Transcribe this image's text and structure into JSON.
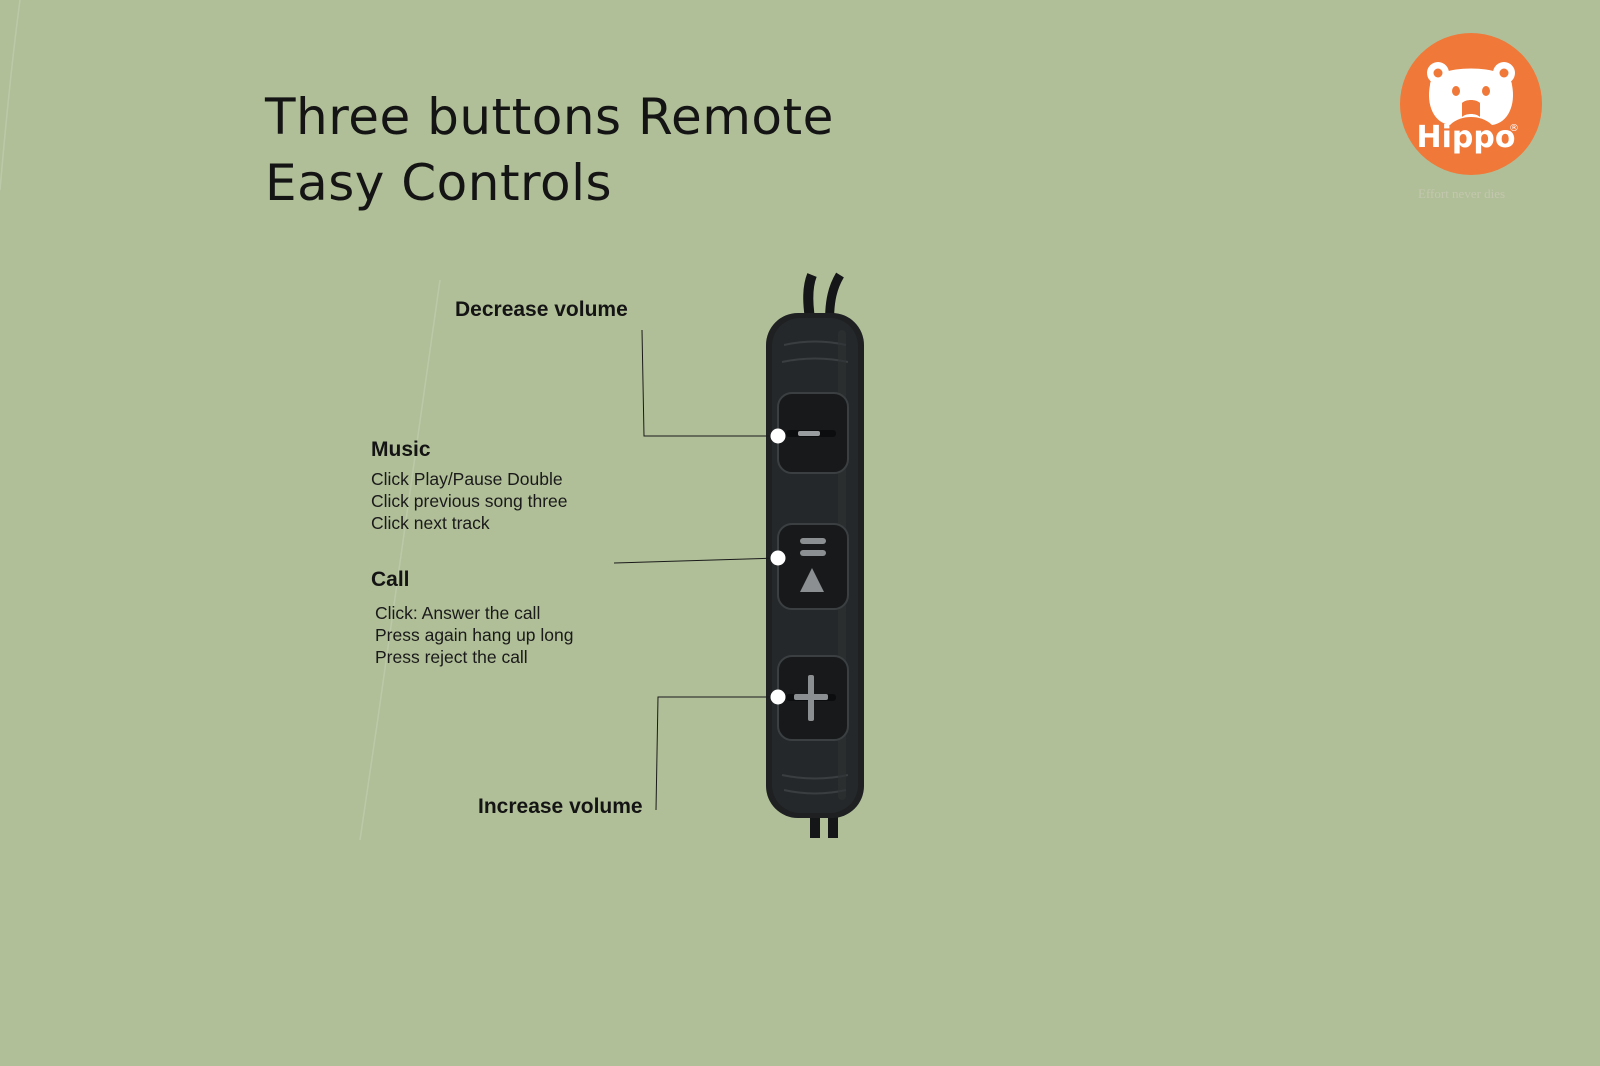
{
  "header": {
    "title_line1": "Three buttons Remote",
    "title_line2": "Easy Controls"
  },
  "brand": {
    "name": "Hippo",
    "registered_mark": "®",
    "tagline": "Effort never dies",
    "color": "#f07838"
  },
  "callouts": {
    "decrease_volume": "Decrease volume",
    "increase_volume": "Increase volume",
    "music": {
      "heading": "Music",
      "lines": [
        "Click Play/Pause Double",
        "Click previous song three",
        "Click next track"
      ]
    },
    "call": {
      "heading": "Call",
      "lines": [
        "Click: Answer the call",
        "Press again hang up long",
        "Press reject the call"
      ]
    }
  },
  "remote": {
    "buttons": [
      "minus-button",
      "play-pause-button",
      "plus-button"
    ]
  },
  "colors": {
    "background": "#b0bf98",
    "remote_body": "#1e2022",
    "text": "#141414"
  }
}
